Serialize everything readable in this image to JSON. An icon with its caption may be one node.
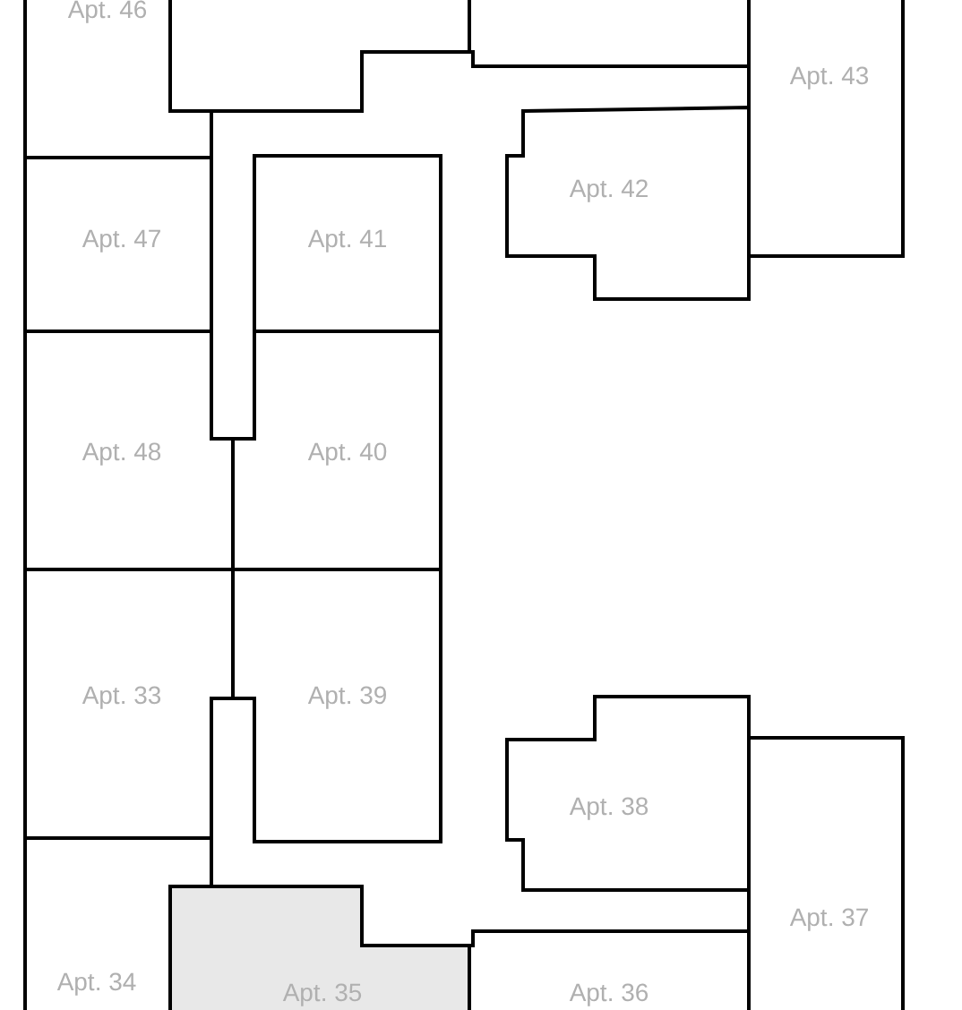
{
  "diagram": {
    "nodes": [
      {
        "text": [
          "Apt. 46"
        ]
      },
      {
        "text": [],
        "shape": "box"
      },
      {
        "text": [],
        "shape": "box"
      },
      {
        "text": [
          "Apt. 43"
        ]
      },
      {
        "text": [
          "Apt. 42"
        ]
      },
      {
        "text": [
          "Apt. 47"
        ]
      },
      {
        "text": [
          "Apt. 41"
        ]
      },
      {
        "text": [
          "Apt. 48"
        ]
      },
      {
        "text": [
          "Apt. 40"
        ]
      },
      {
        "text": [
          "Apt. 33"
        ]
      },
      {
        "text": [
          "Apt. 39"
        ]
      },
      {
        "text": [
          "Apt. 38"
        ]
      },
      {
        "text": [
          "Apt. 37"
        ]
      },
      {
        "text": [
          "Apt. 34"
        ]
      },
      {
        "text": [
          "Apt. 35"
        ]
      },
      {
        "text": [
          "Apt. 36"
        ]
      }
    ]
  }
}
